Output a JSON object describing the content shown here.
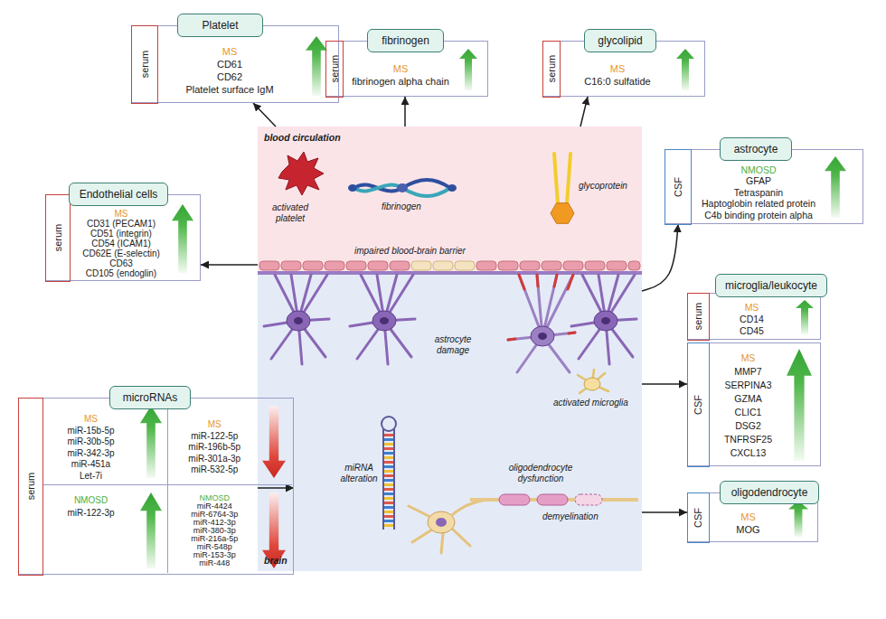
{
  "diagram": {
    "nodes": [
      {
        "text": [
          "Platelet",
          "MS",
          "CD61",
          "CD62",
          "Platelet surface IgM"
        ]
      },
      {
        "text": [
          "serum"
        ],
        "in": 0
      },
      {
        "text": [
          "fibrinogen",
          "MS",
          "fibrinogen alpha chain"
        ]
      },
      {
        "text": [
          "serum"
        ],
        "in": 2
      },
      {
        "text": [
          "glycolipid",
          "MS",
          "C16:0 sulfatide"
        ]
      },
      {
        "text": [
          "serum"
        ],
        "in": 4
      },
      {
        "text": [
          "blood circulation"
        ]
      },
      {
        "text": [
          "astrocyte",
          "NMOSD",
          "GFAP",
          "Tetraspanin",
          "Haptoglobin related protein",
          "C4b binding protein alpha"
        ]
      },
      {
        "text": [
          "CSF"
        ],
        "in": 7
      },
      {
        "text": [
          "Endothelial cells",
          "MS",
          "CD31 (PECAM1)",
          "CD51 (integrin)",
          "CD54 (ICAM1)",
          "CD62E (E-selectin)",
          "CD63",
          "CD105 (endoglin)"
        ]
      },
      {
        "text": [
          "serum"
        ],
        "in": 9
      },
      {
        "text": [
          "microglia/leukocyte",
          "MS",
          "CD14",
          "CD45"
        ]
      },
      {
        "text": [
          "serum"
        ],
        "in": 11
      },
      {
        "text": [
          "MS",
          "MMP7",
          "SERPINA3",
          "GZMA",
          "CLIC1",
          "DSG2",
          "TNFRSF25",
          "CXCL13"
        ]
      },
      {
        "text": [
          "CSF"
        ],
        "in": 13
      },
      {
        "text": [
          "brain"
        ]
      },
      {
        "text": [
          "microRNAs"
        ]
      },
      {
        "text": [
          "serum"
        ],
        "in": 16
      },
      {
        "text": [
          "MS",
          "miR-15b-5p",
          "miR-30b-5p",
          "miR-342-3p",
          "miR-451a",
          "Let-7i"
        ],
        "in": 16
      },
      {
        "text": [
          "MS",
          "miR-122-5p",
          "miR-196b-5p",
          "miR-301a-3p",
          "miR-532-5p"
        ],
        "in": 16
      },
      {
        "text": [
          "NMOSD",
          "miR-122-3p"
        ],
        "in": 16
      },
      {
        "text": [
          "NMOSD",
          "miR-4424",
          "miR-6764-3p",
          "miR-412-3p",
          "miR-380-3p",
          "miR-216a-5p",
          "miR-548p",
          "miR-153-3p",
          "miR-448"
        ],
        "in": 16
      },
      {
        "text": [
          "oligodendrocyte",
          "MS",
          "MOG"
        ]
      },
      {
        "text": [
          "CSF"
        ],
        "in": 22
      }
    ],
    "edges": [
      {
        "from": 6,
        "to": 0,
        "arrow": "to"
      },
      {
        "from": 6,
        "to": 2,
        "arrow": "to"
      },
      {
        "from": 6,
        "to": 4,
        "arrow": "to"
      },
      {
        "from": 6,
        "to": 9,
        "arrow": "to"
      },
      {
        "from": 15,
        "to": 7,
        "arrow": "to"
      },
      {
        "from": 15,
        "to": 13,
        "arrow": "to"
      },
      {
        "from": 15,
        "to": 16,
        "arrow": "to"
      },
      {
        "from": 15,
        "to": 22,
        "arrow": "to"
      }
    ],
    "labels": [
      "activated platelet",
      "fibrinogen",
      "glycoprotein",
      "impaired blood-brain barrier",
      "astrocyte damage",
      "activated microglia",
      "miRNA alteration",
      "oligodendrocyte dysfunction",
      "demyelination"
    ]
  }
}
